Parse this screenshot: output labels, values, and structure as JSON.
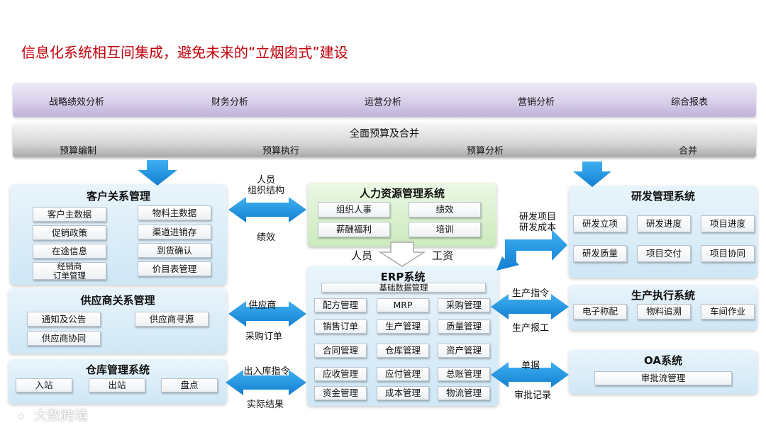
{
  "title": "信息化系统相互间集成，避免未来的“立烟囱式”建设",
  "top_bar": [
    "战略绩效分析",
    "财务分析",
    "运营分析",
    "营销分析",
    "综合报表"
  ],
  "budget": {
    "title": "全面预算及合并",
    "items": [
      "预算编制",
      "预算执行",
      "预算分析",
      "合并"
    ]
  },
  "crm": {
    "title": "客户关系管理",
    "items": [
      "客户主数据",
      "物料主数据",
      "促销政策",
      "渠道进销存",
      "在途信息",
      "到货确认",
      "经销商\n订单管理",
      "价目表管理"
    ]
  },
  "srm": {
    "title": "供应商关系管理",
    "items": [
      "通知及公告",
      "供应商寻源",
      "供应商协同"
    ]
  },
  "wms": {
    "title": "仓库管理系统",
    "items": [
      "入站",
      "出站",
      "盘点"
    ]
  },
  "hr": {
    "title": "人力资源管理系统",
    "items": [
      "组织人事",
      "绩效",
      "薪酬福利",
      "培训"
    ]
  },
  "erp": {
    "title": "ERP系统",
    "base": "基础数据管理",
    "items": [
      "配方管理",
      "MRP",
      "采购管理",
      "销售订单",
      "生产管理",
      "质量管理",
      "合同管理",
      "仓库管理",
      "资产管理",
      "应收管理",
      "应付管理",
      "总账管理",
      "资金管理",
      "成本管理",
      "物流管理"
    ]
  },
  "rd": {
    "title": "研发管理系统",
    "items": [
      "研发立项",
      "研发进度",
      "项目进度",
      "研发质量",
      "项目交付",
      "项目协同"
    ]
  },
  "mes": {
    "title": "生产执行系统",
    "items": [
      "电子称配",
      "物料追溯",
      "车间作业"
    ]
  },
  "oa": {
    "title": "OA系统",
    "items": [
      "审批流管理"
    ]
  },
  "flows": {
    "crm_hr_top": "人员\n组织结构",
    "crm_hr_bottom": "绩效",
    "hr_erp_left": "人员",
    "hr_erp_right": "工资",
    "erp_rd": "研发项目\n研发成本",
    "srm_erp_top": "供应商",
    "srm_erp_bottom": "采购订单",
    "mes_erp_top": "生产指令",
    "mes_erp_bottom": "生产报工",
    "wms_erp_top": "出入库指令",
    "wms_erp_bottom": "实际结果",
    "oa_erp_top": "单据",
    "oa_erp_bottom": "审批记录"
  },
  "footer": {
    "icon": "logo-icon",
    "text": "大数跨境"
  },
  "colors": {
    "title": "#c0000b",
    "arrow": "#2196e0",
    "panel": "#d6eaf8",
    "hr_panel": "#cdebbd"
  }
}
